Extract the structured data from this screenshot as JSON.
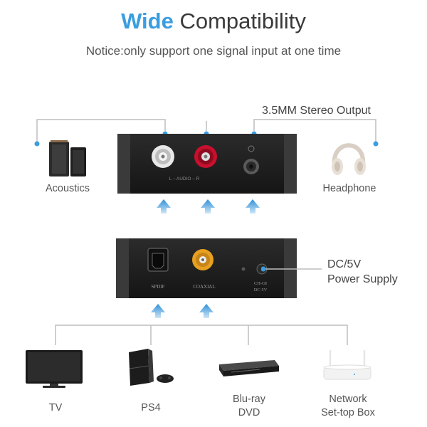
{
  "header": {
    "title_highlight": "Wide",
    "title_rest": "Compatibility",
    "notice": "Notice:only support one signal input at one time"
  },
  "top_device": {
    "output_label": "3.5MM Stereo Output",
    "port_label": "L – AUDIO – R",
    "left_target": "Acoustics",
    "right_target": "Headphone"
  },
  "bottom_device": {
    "power_label_line1": "DC/5V",
    "power_label_line2": "Power Supply",
    "spdif_label": "SPDIF",
    "coaxial_label": "COAXIAL",
    "dc_label_line1": "CH-OI",
    "dc_label_line2": "DC 5V"
  },
  "sources": [
    {
      "name": "TV",
      "icon": "tv-icon"
    },
    {
      "name": "PS4",
      "icon": "ps4-icon"
    },
    {
      "name_line1": "Blu-ray",
      "name_line2": "DVD",
      "icon": "bluray-player-icon"
    },
    {
      "name_line1": "Network",
      "name_line2": "Set-top Box",
      "icon": "router-icon"
    }
  ],
  "colors": {
    "accent": "#3a9de0",
    "device": "#1e1e1e",
    "rca_red": "#c8102e",
    "rca_white": "#e8e8e8",
    "coax_orange": "#e8a020",
    "line": "#bdbdbd"
  }
}
